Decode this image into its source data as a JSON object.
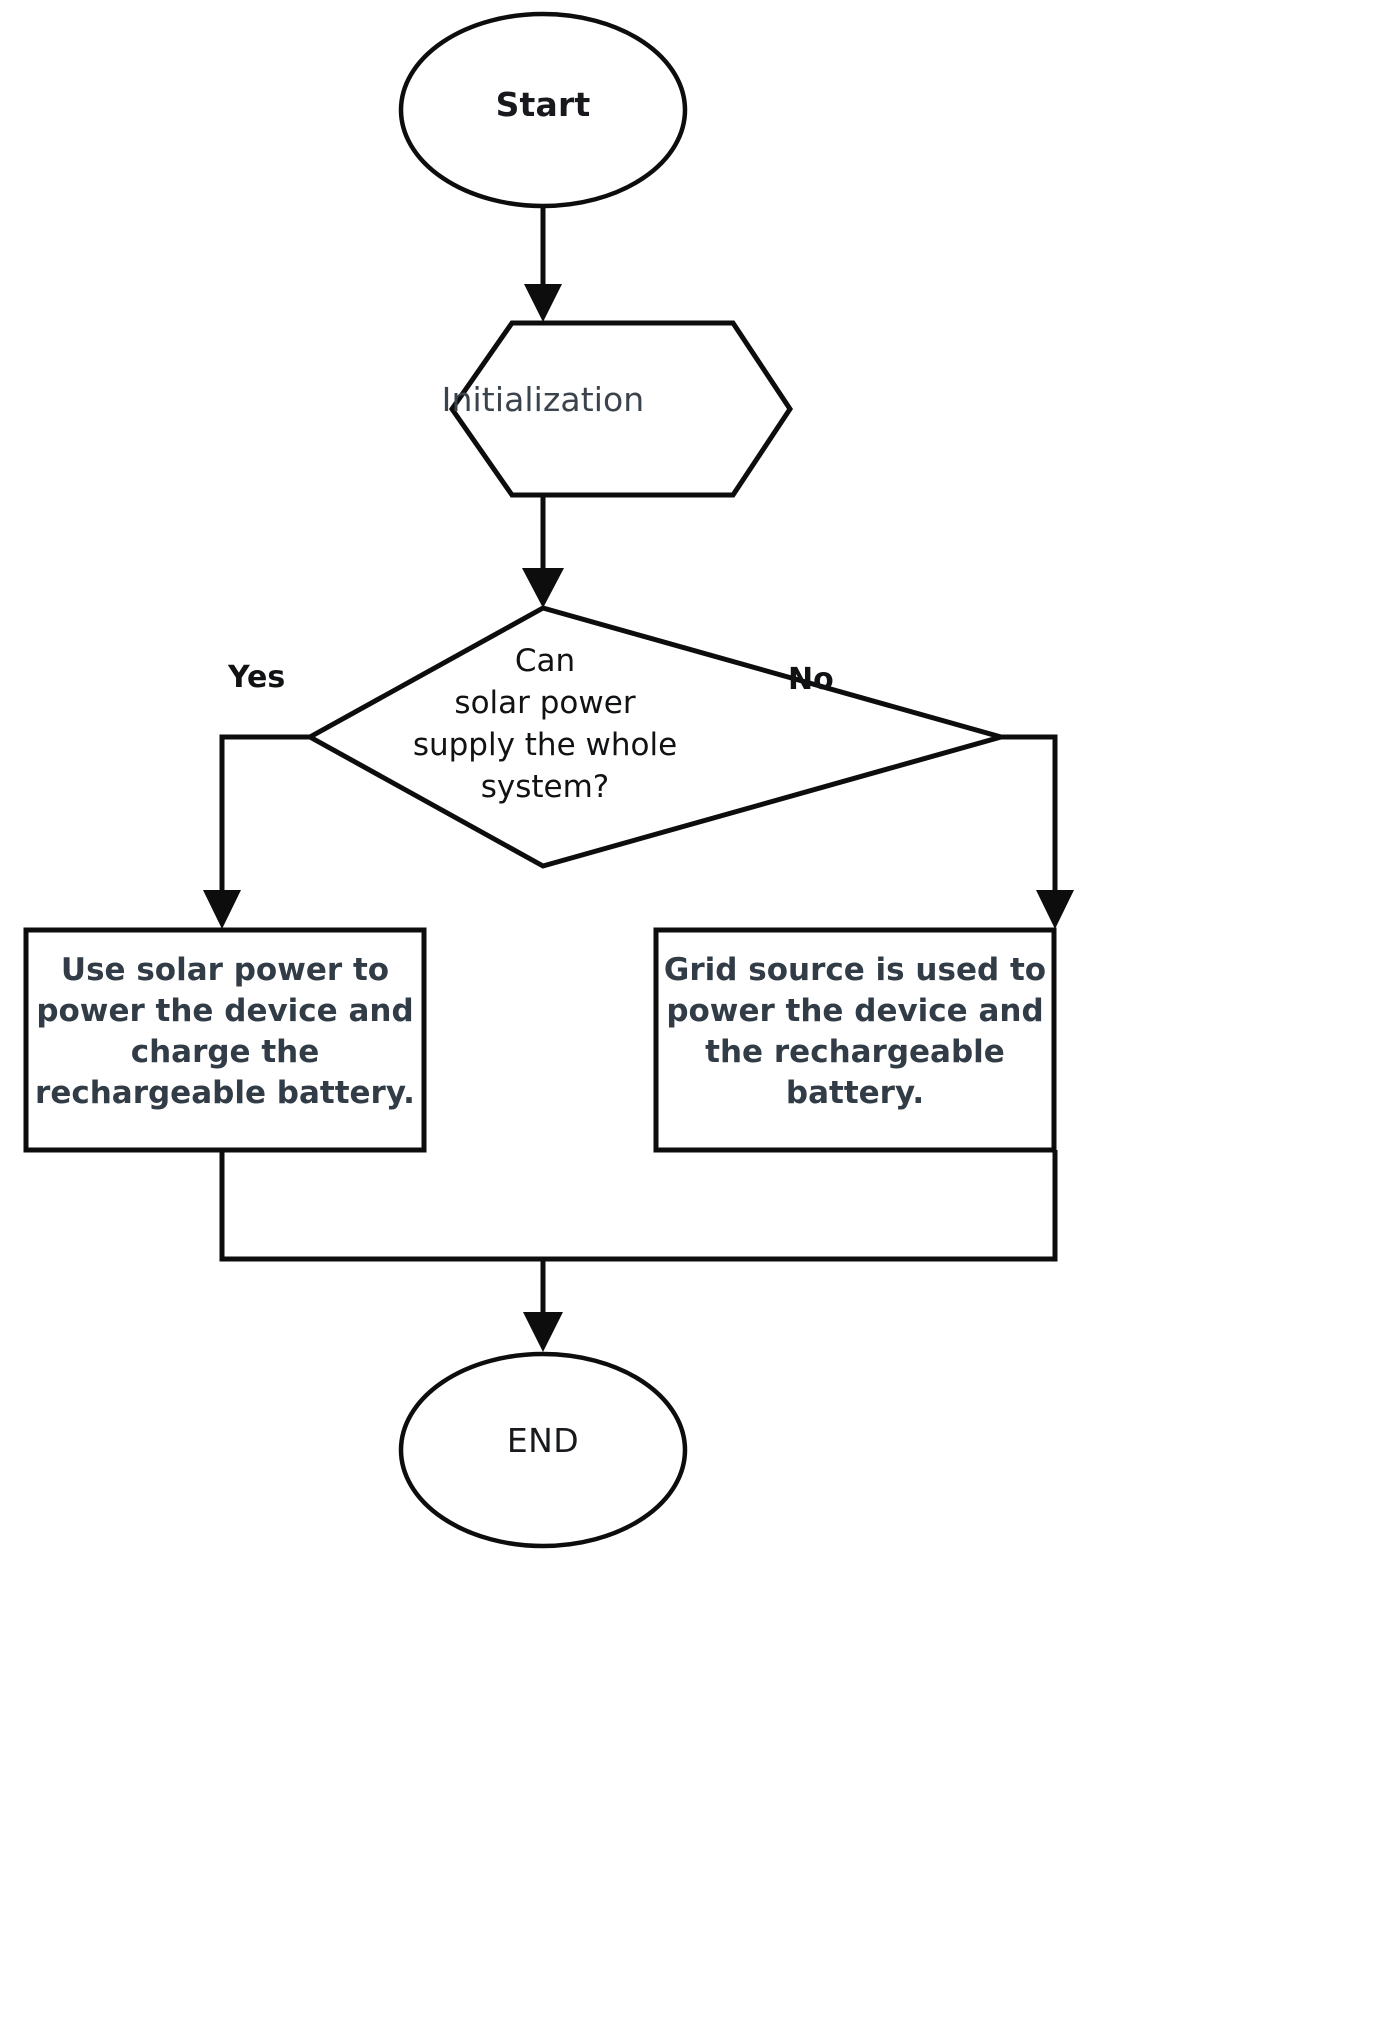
{
  "diagram": {
    "type": "flowchart",
    "background_color": "#ffffff",
    "stroke_color": "#0d0d0d",
    "title": "",
    "nodes": [
      {
        "id": "start",
        "shape": "ellipse",
        "label": "Start",
        "text_color": "#17191c",
        "bold": true
      },
      {
        "id": "initialization",
        "shape": "hexagon",
        "label": "Initialization",
        "text_color": "#3b444d",
        "bold": false
      },
      {
        "id": "decision",
        "shape": "diamond",
        "label": "Can\nsolar power\nsupply the whole\nsystem?",
        "text_color": "#101214",
        "bold": false
      },
      {
        "id": "solar-branch",
        "shape": "rectangle",
        "label": "Use solar power to\npower the device and\ncharge the\nrechargeable battery.",
        "text_color": "#323c46",
        "bold": true
      },
      {
        "id": "grid-branch",
        "shape": "rectangle",
        "label": "Grid source is used to\npower the device and\nthe rechargeable\nbattery.",
        "text_color": "#323c46",
        "bold": true
      },
      {
        "id": "end",
        "shape": "ellipse",
        "label": "END",
        "text_color": "#17191c",
        "bold": false
      }
    ],
    "edges": [
      {
        "id": "start-to-init",
        "from": "start",
        "to": "initialization",
        "label": ""
      },
      {
        "id": "init-to-decision",
        "from": "initialization",
        "to": "decision",
        "label": ""
      },
      {
        "id": "decision-yes",
        "from": "decision",
        "to": "solar-branch",
        "label": "Yes"
      },
      {
        "id": "decision-no",
        "from": "decision",
        "to": "grid-branch",
        "label": "No"
      },
      {
        "id": "solar-to-end",
        "from": "solar-branch",
        "to": "end",
        "label": ""
      },
      {
        "id": "grid-to-end",
        "from": "grid-branch",
        "to": "end",
        "label": ""
      }
    ]
  }
}
